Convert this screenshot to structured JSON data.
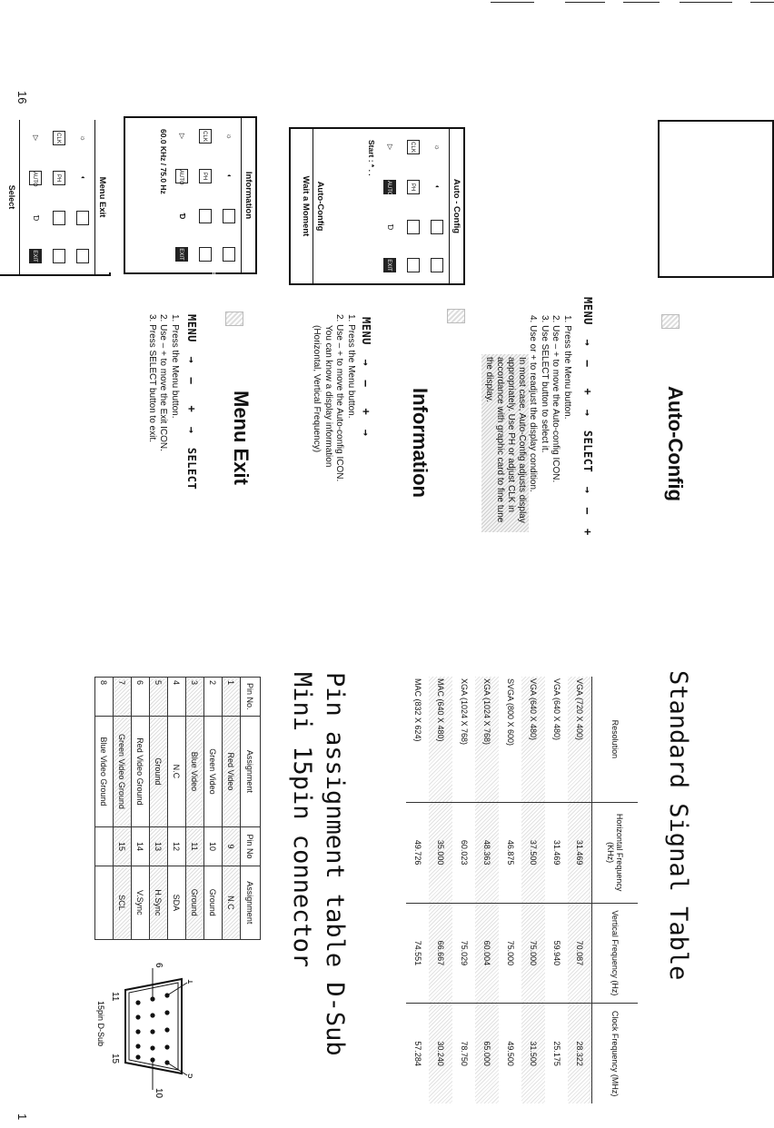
{
  "page": {
    "left_number": "16",
    "right_number": "1"
  },
  "auto_config": {
    "title": "Auto-Config",
    "sequence": [
      "MENU",
      "→",
      "–",
      "+",
      "→",
      "SELECT",
      "→",
      "–",
      "+"
    ],
    "steps": [
      "1. Press the Menu button.",
      "2. Use – + to move the Auto-config ICON.",
      "3. Use SELECT button to select it.",
      "4. Use  or + to readjust the display condition."
    ],
    "note": "In most case, Auto-Config adjusts display appropriately. Use PH or adjust CLK in accordance with graphic card to fine tune the display."
  },
  "information": {
    "title": "Information",
    "sequence": [
      "MENU",
      "→",
      "–",
      "+",
      "→"
    ],
    "steps": [
      "1. Press the Menu button.",
      "2. Use – + to move the Auto-config ICON.",
      "   You can know a display information",
      "   (Horizontal, Vertical Frequency)"
    ]
  },
  "menu_exit": {
    "title": "Menu Exit",
    "sequence": [
      "MENU",
      "→",
      "–",
      "+",
      "→",
      "SELECT"
    ],
    "steps": [
      "1. Press the Menu button.",
      "2. Use – + to move the Exit ICON.",
      "3. Press SELECT button to exit."
    ]
  },
  "osd": {
    "auto_config_box": {
      "header": "Auto - Config",
      "caption": "Start : * . .",
      "footer_1": "Auto-Config",
      "footer_2": "Wait a Moment"
    },
    "information_box": {
      "header": "Information",
      "caption": "60.0 KHz / 75.0 Hz"
    },
    "menu_exit_box": {
      "header": "Menu Exit",
      "caption": "Select"
    },
    "icon_labels": {
      "clk": "CLK",
      "ph": "PH",
      "auto": "AUTO",
      "exit": "EXIT"
    }
  },
  "signal_table": {
    "title": "Standard Signal Table",
    "headers": [
      "Resolution",
      "Horizontal Frequency (KHz)",
      "Vertical Frequency (Hz)",
      "Clock Frequency (MHz)"
    ],
    "rows": [
      [
        "VGA   (720 X 400)",
        "31.469",
        "70.087",
        "28.322"
      ],
      [
        "VGA   (640 X 480)",
        "31.469",
        "59.940",
        "25.175"
      ],
      [
        "VGA   (640 X 480)",
        "37.500",
        "75.000",
        "31.500"
      ],
      [
        "SVGA (800 X 600)",
        "46.875",
        "75.000",
        "49.500"
      ],
      [
        "XGA   (1024 X 768)",
        "48.363",
        "60.004",
        "65.000"
      ],
      [
        "XGA   (1024 X 768)",
        "60.023",
        "75.029",
        "78.750"
      ],
      [
        "MAC   (640 X 480)",
        "35.000",
        "66.667",
        "30.240"
      ],
      [
        "MAC   (832 X 624)",
        "49.726",
        "74.551",
        "57.284"
      ]
    ]
  },
  "pin_table": {
    "title_line1": "Pin assignment table D-Sub",
    "title_line2": "Mini 15pin connector",
    "headers": [
      "Pin No.",
      "Assignment",
      "Pin No",
      "Assignment"
    ],
    "rows": [
      [
        "1",
        "Red Video",
        "9",
        "N.C"
      ],
      [
        "2",
        "Green Video",
        "10",
        "Ground"
      ],
      [
        "3",
        "Blue Video",
        "11",
        "Ground"
      ],
      [
        "4",
        "N.C",
        "12",
        "SDA"
      ],
      [
        "5",
        "Ground",
        "13",
        "H.Sync"
      ],
      [
        "6",
        "Red Video Ground",
        "14",
        "V.Sync"
      ],
      [
        "7",
        "Green Video Ground",
        "15",
        "SCL"
      ],
      [
        "8",
        "Blue Video Ground",
        "",
        ""
      ]
    ]
  },
  "connector": {
    "labels": [
      "1",
      "5",
      "6",
      "10",
      "11",
      "15"
    ],
    "caption": "15pin D-Sub"
  }
}
